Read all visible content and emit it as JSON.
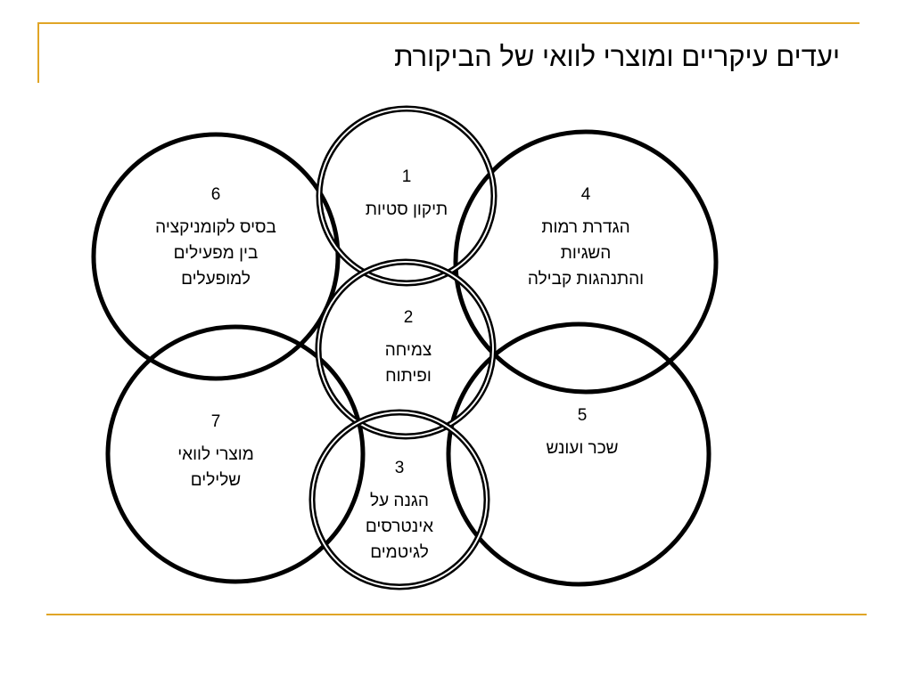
{
  "slide": {
    "title": "יעדים עיקריים ומוצרי לוואי של הביקורת",
    "accent_color": "#e0a526"
  },
  "goals": [
    {
      "number": "1",
      "label": "תיקון סטיות"
    },
    {
      "number": "2",
      "label": "צמיחה\nופיתוח"
    },
    {
      "number": "3",
      "label": "הגנה על\nאינטרסים\nלגיטמים"
    },
    {
      "number": "4",
      "label": "הגדרת רמות\nהשגיות\nוהתנהגות קבילה"
    },
    {
      "number": "5",
      "label": "שכר ועונש"
    },
    {
      "number": "6",
      "label": "בסיס לקומניקציה\nבין מפעילים\nלמופעלים"
    },
    {
      "number": "7",
      "label": "מוצרי לוואי\nשלילים"
    }
  ]
}
